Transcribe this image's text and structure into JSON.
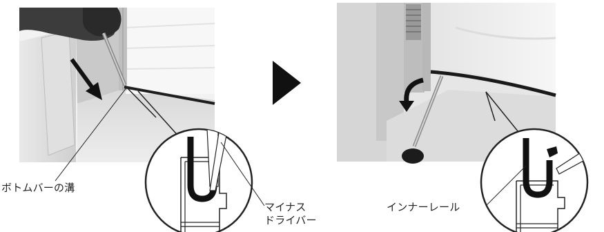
{
  "labels": {
    "bottom_bar_groove": "ボトムバーの溝",
    "flathead_driver_line1": "マイナス",
    "flathead_driver_line2": "ドライバー",
    "inner_rail": "インナーレール"
  },
  "colors": {
    "line_art": "#222222",
    "step_arrow": "#111111",
    "photo_light": "#f4f4f4",
    "photo_mid": "#d2d2d2",
    "photo_dark": "#4a4a4a"
  },
  "icons": {
    "step_arrow": "next-step-triangle-icon",
    "push_arrow": "down-right-arrow-icon",
    "rotate_arrow": "curved-rotate-arrow-icon"
  }
}
